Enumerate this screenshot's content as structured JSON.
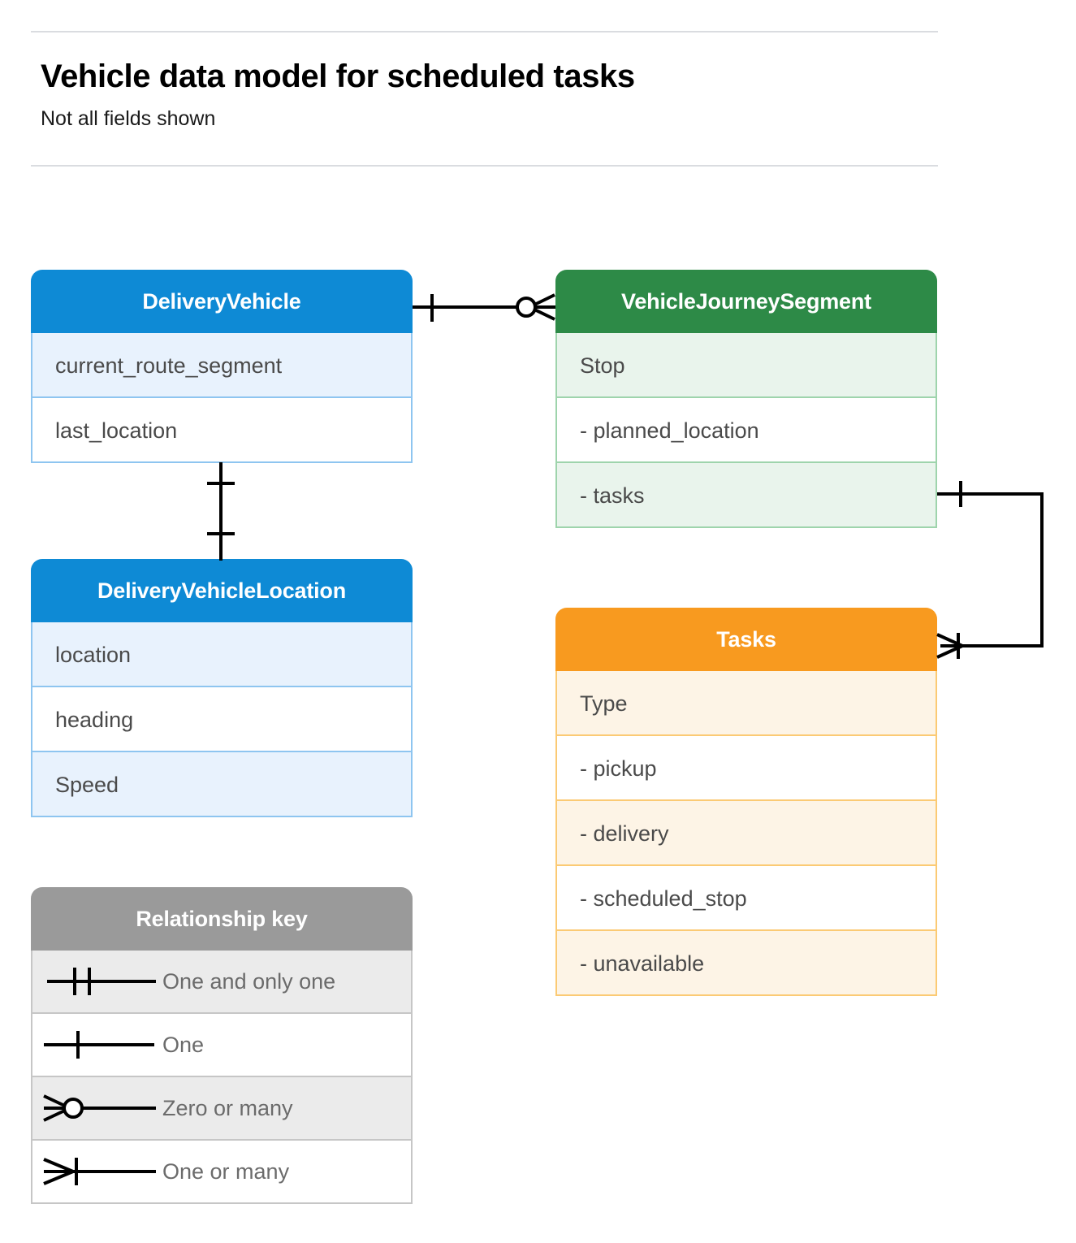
{
  "header": {
    "title": "Vehicle data model for scheduled tasks",
    "subtitle": "Not all fields shown"
  },
  "colors": {
    "blue_header": "#0e8ad5",
    "blue_row_fill": "#e8f2fd",
    "blue_border": "#8ec5f0",
    "green_header": "#2d8a47",
    "green_row_fill": "#e9f4ec",
    "green_border": "#9ed4ac",
    "orange_header": "#f89a1f",
    "orange_row_fill": "#fdf4e6",
    "orange_border": "#fbca74",
    "gray_header": "#9a9a9a",
    "gray_row_fill": "#ebebeb",
    "gray_border": "#c6c6c6",
    "connector": "#000000",
    "rule": "#dadce0",
    "row_text": "#4a4a4a",
    "legend_text": "#6b6b6b"
  },
  "entities": [
    {
      "id": "delivery-vehicle",
      "title": "DeliveryVehicle",
      "theme": "blue",
      "rows": [
        {
          "label": "current_route_segment"
        },
        {
          "label": "last_location"
        }
      ]
    },
    {
      "id": "vehicle-journey-segment",
      "title": "VehicleJourneySegment",
      "theme": "green",
      "rows": [
        {
          "label": "Stop"
        },
        {
          "label": "-  planned_location"
        },
        {
          "label": "- tasks"
        }
      ]
    },
    {
      "id": "delivery-vehicle-location",
      "title": "DeliveryVehicleLocation",
      "theme": "blue",
      "rows": [
        {
          "label": "location"
        },
        {
          "label": "heading"
        },
        {
          "label": "Speed"
        }
      ]
    },
    {
      "id": "tasks",
      "title": "Tasks",
      "theme": "orange",
      "rows": [
        {
          "label": "Type"
        },
        {
          "label": "  -  pickup"
        },
        {
          "label": "  -  delivery"
        },
        {
          "label": "  -  scheduled_stop"
        },
        {
          "label": "  -  unavailable"
        }
      ]
    }
  ],
  "legend": {
    "title": "Relationship key",
    "items": [
      {
        "symbol": "one-and-only-one-icon",
        "label": "One and only one"
      },
      {
        "symbol": "one-icon",
        "label": "One"
      },
      {
        "symbol": "zero-or-many-icon",
        "label": "Zero or many"
      },
      {
        "symbol": "one-or-many-icon",
        "label": "One or many"
      }
    ]
  },
  "relationships": [
    {
      "id": "deliveryvehicle-to-vehiclejourneysegment",
      "from": "DeliveryVehicle",
      "to": "VehicleJourneySegment",
      "from_cardinality": "One",
      "to_cardinality": "Zero or many"
    },
    {
      "id": "deliveryvehicle-to-deliveryvehiclelocation",
      "from": "DeliveryVehicle",
      "to": "DeliveryVehicleLocation",
      "from_cardinality": "One",
      "to_cardinality": "One"
    },
    {
      "id": "vehiclejourneysegment-tasks-to-tasks",
      "from": "VehicleJourneySegment",
      "to": "Tasks",
      "from_cardinality": "One",
      "to_cardinality": "One or many"
    }
  ]
}
